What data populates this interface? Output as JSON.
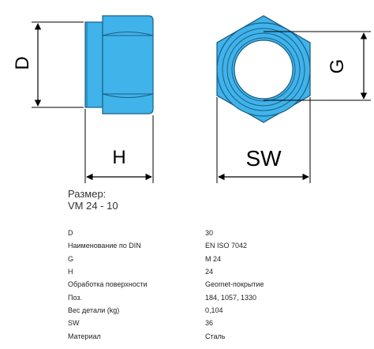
{
  "drawing": {
    "dims": {
      "D": "D",
      "H": "H",
      "SW": "SW",
      "G": "G"
    },
    "colors": {
      "part_fill": "#3fb3ea",
      "part_outline": "#1d5f86",
      "dimension_line": "#000000"
    }
  },
  "size": {
    "label": "Размер:",
    "value": "VM 24 - 10"
  },
  "specs": [
    {
      "key": "D",
      "value": "30"
    },
    {
      "key": "Наименование по DIN",
      "value": "EN ISO 7042"
    },
    {
      "key": "G",
      "value": "M 24"
    },
    {
      "key": "H",
      "value": "24"
    },
    {
      "key": "Обработка поверхности",
      "value": "Geomet-покрытие"
    },
    {
      "key": "Поз.",
      "value": "184, 1057, 1330"
    },
    {
      "key": "Вес детали (kg)",
      "value": "0,104"
    },
    {
      "key": "SW",
      "value": "36"
    },
    {
      "key": "Материал",
      "value": "Сталь"
    }
  ]
}
